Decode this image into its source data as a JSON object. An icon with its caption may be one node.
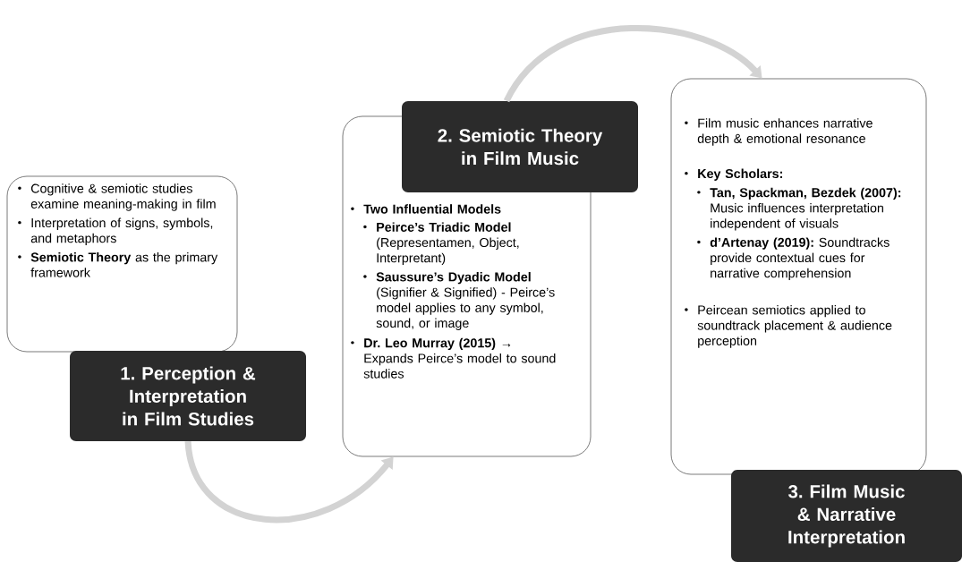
{
  "diagram": {
    "nodes": [
      {
        "text": [
          "Cognitive & semiotic studies examine meaning-making in film",
          "Interpretation of signs, symbols, and metaphors",
          "**Semiotic Theory** as the primary framework"
        ]
      },
      {
        "text": [
          "1. Perception & Interpretation in Film Studies"
        ]
      },
      {
        "text": [
          "Two Influential Models",
          "**Peirce’s Triadic Model** (Representamen, Object, Interpretant)",
          "**Saussure’s Dyadic Model** (Signifier & Signified) - Peirce’s model applies to any symbol, sound, or image",
          "**Dr. Leo Murray (2015)** → Expands Peirce’s model to sound studies"
        ]
      },
      {
        "text": [
          "2. Semiotic Theory in Film Music"
        ]
      },
      {
        "text": [
          "Film music enhances narrative depth & emotional resonance",
          "Key Scholars:",
          "**Tan, Spackman, Bezdek (2007):** Music influences interpretation independent of visuals",
          "**d’Artenay (2019):** Soundtracks provide contextual cues for narrative comprehension",
          "Peircean semiotics applied to soundtrack placement & audience perception"
        ]
      },
      {
        "text": [
          "3. Film Music & Narrative Interpretation"
        ]
      }
    ],
    "edges": [
      {
        "from": 1,
        "to": 2,
        "arrow": "to"
      },
      {
        "from": 3,
        "to": 4,
        "arrow": "to"
      }
    ]
  }
}
